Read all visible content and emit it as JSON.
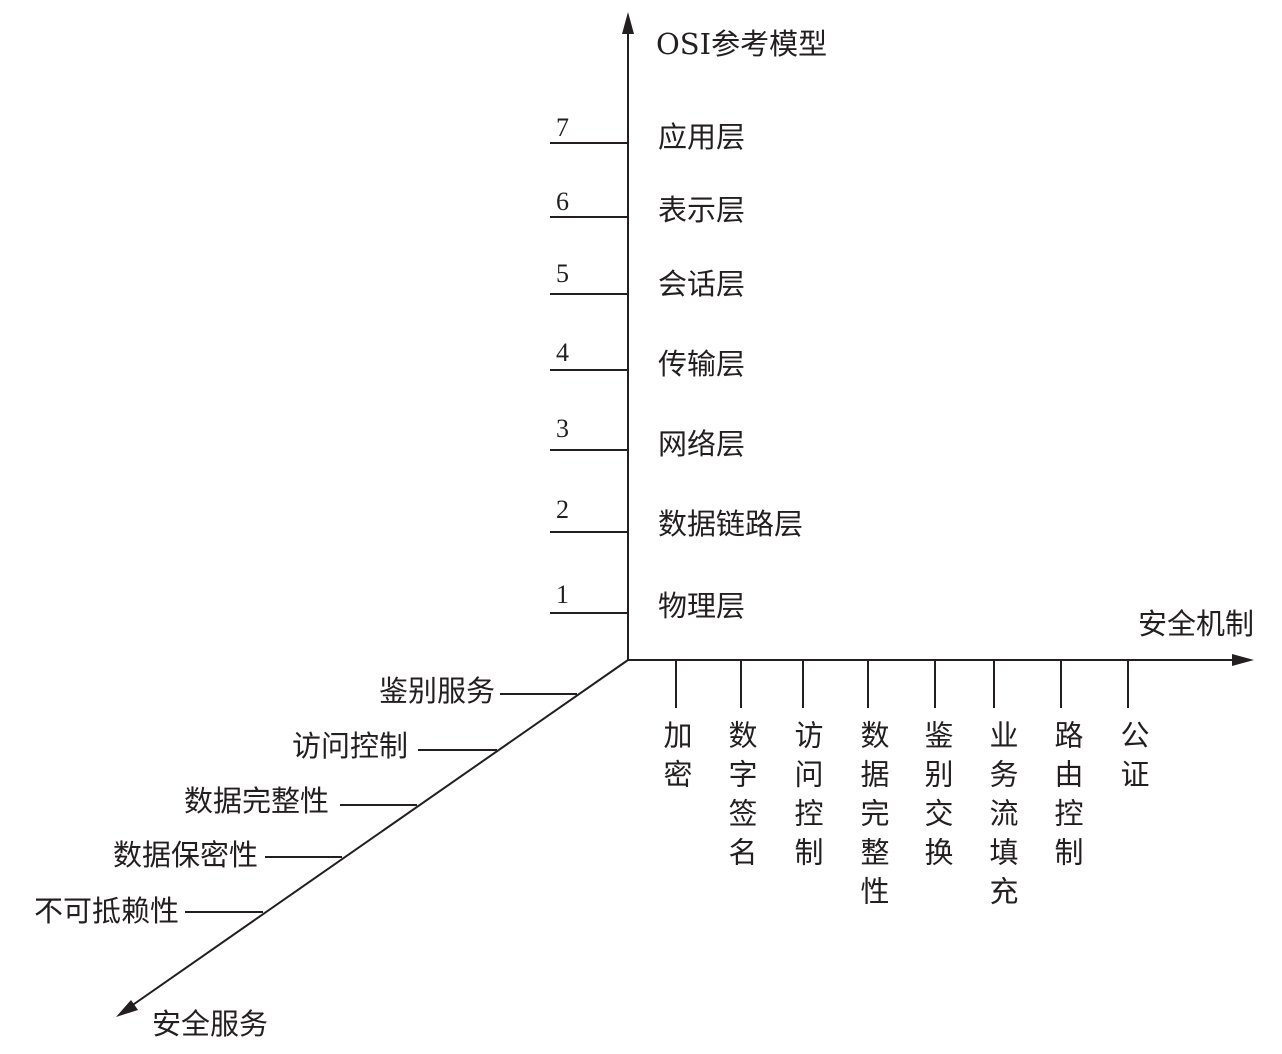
{
  "axes": {
    "osi": "OSI参考模型",
    "mechanisms": "安全机制",
    "services": "安全服务"
  },
  "layers": [
    {
      "num": "7",
      "label": "应用层"
    },
    {
      "num": "6",
      "label": "表示层"
    },
    {
      "num": "5",
      "label": "会话层"
    },
    {
      "num": "4",
      "label": "传输层"
    },
    {
      "num": "3",
      "label": "网络层"
    },
    {
      "num": "2",
      "label": "数据链路层"
    },
    {
      "num": "1",
      "label": "物理层"
    }
  ],
  "mechanisms": [
    "加密",
    "数字签名",
    "访问控制",
    "数据完整性",
    "鉴别交换",
    "业务流填充",
    "路由控制",
    "公证"
  ],
  "services": [
    "鉴别服务",
    "访问控制",
    "数据完整性",
    "数据保密性",
    "不可抵赖性"
  ],
  "colors": {
    "ink": "#231f20"
  }
}
